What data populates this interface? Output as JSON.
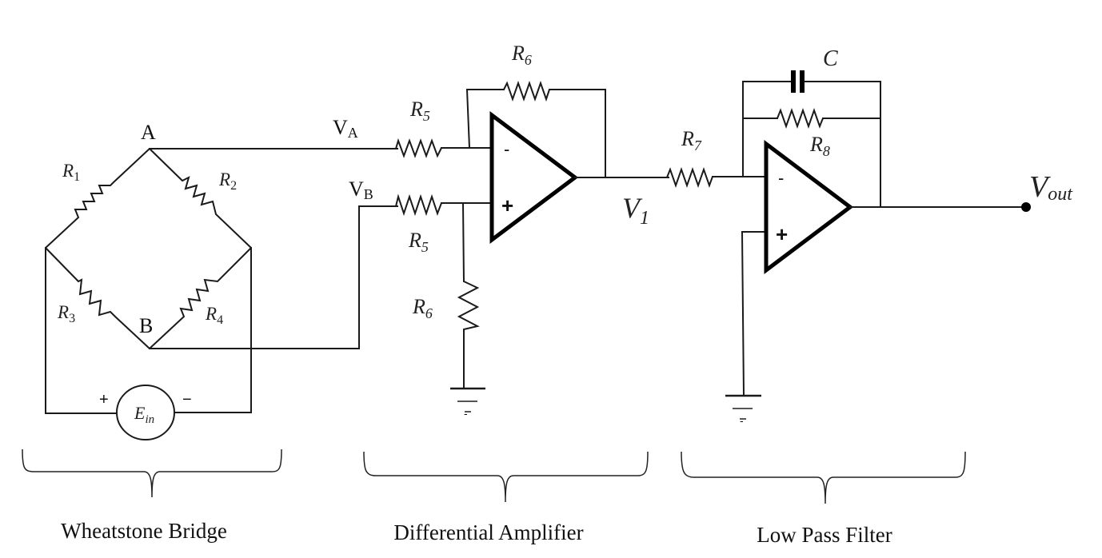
{
  "diagram": {
    "title": "Wheatstone bridge with differential amplifier and low pass filter",
    "colors": {
      "line": "#1a1a1a",
      "background": "#ffffff"
    }
  },
  "nodes": {
    "a": "A",
    "b": "B",
    "va_main": "V",
    "va_sub": "A",
    "vb_main": "V",
    "vb_sub": "B",
    "v1_main": "V",
    "v1_sub": "1",
    "vout_main": "V",
    "vout_sub": "out"
  },
  "components": {
    "r1": {
      "main": "R",
      "sub": "1"
    },
    "r2": {
      "main": "R",
      "sub": "2"
    },
    "r3": {
      "main": "R",
      "sub": "3"
    },
    "r4": {
      "main": "R",
      "sub": "4"
    },
    "r5_top": {
      "main": "R",
      "sub": "5"
    },
    "r5_bottom": {
      "main": "R",
      "sub": "5"
    },
    "r6_feedback": {
      "main": "R",
      "sub": "6"
    },
    "r6_ground": {
      "main": "R",
      "sub": "6"
    },
    "r7": {
      "main": "R",
      "sub": "7"
    },
    "r8": {
      "main": "R",
      "sub": "8"
    },
    "c": {
      "main": "C"
    },
    "ein": {
      "main": "E",
      "sub": "in",
      "plus": "+",
      "minus": "−"
    }
  },
  "opamps": {
    "diff_amp": {
      "inverting": "-",
      "non_inverting": "+"
    },
    "lpf": {
      "inverting": "-",
      "non_inverting": "+"
    }
  },
  "ground_mark": "-",
  "sections": [
    {
      "label": "Wheatstone Bridge"
    },
    {
      "label": "Differential Amplifier"
    },
    {
      "label": "Low Pass Filter"
    }
  ]
}
